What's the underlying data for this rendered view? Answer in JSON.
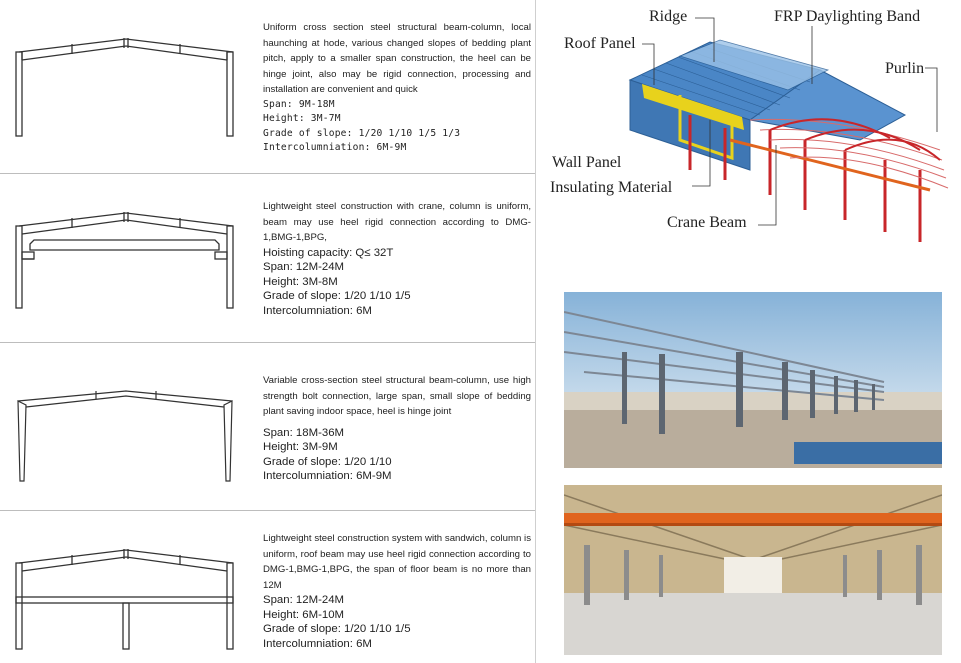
{
  "rows": [
    {
      "description": "Uniform cross section steel structural beam-column, local haunching at hode, various changed slopes of bedding plant pitch, apply to a smaller span construction, the heel can be hinge joint, also may be rigid connection, processing and installation are convenient and quick",
      "specs": [
        "Span: 9M-18M",
        "Height: 3M-7M",
        "Grade of slope: 1/20 1/10 1/5  1/3",
        "Intercolumniation: 6M-9M"
      ]
    },
    {
      "description": "Lightweight steel construction with crane, column is uniform, beam may use heel rigid connection according to DMG-1,BMG-1,BPG,",
      "specs": [
        "Hoisting capacity: Q≤ 32T",
        "Span: 12M-24M",
        "Height: 3M-8M",
        "Grade of slope: 1/20 1/10 1/5",
        "Intercolumniation: 6M"
      ]
    },
    {
      "description": "Variable cross-section steel structural beam-column, use high strength bolt connection, large span, small slope of bedding plant saving indoor space, heel is hinge joint",
      "specs": [
        "Span: 18M-36M",
        "Height: 3M-9M",
        "Grade of slope: 1/20 1/10",
        "Intercolumniation: 6M-9M"
      ]
    },
    {
      "description": "Lightweight steel construction system with sandwich, column is uniform, roof beam may use heel rigid connection according to DMG-1,BMG-1,BPG, the span of floor beam is no more than 12M",
      "specs": [
        "Span: 12M-24M",
        "Height: 6M-10M",
        "Grade of slope: 1/20 1/10 1/5",
        "Intercolumniation: 6M"
      ]
    }
  ],
  "diagram_labels": {
    "ridge": "Ridge",
    "frp": "FRP Daylighting Band",
    "roof_panel": "Roof Panel",
    "purlin": "Purlin",
    "wall_panel": "Wall Panel",
    "insulating": "Insulating Material",
    "crane_beam": "Crane Beam"
  },
  "colors": {
    "roof_blue": "#4a86c6",
    "frame_red": "#c8262a",
    "crane_orange": "#e0641e",
    "insulation_yellow": "#e8d21c"
  }
}
